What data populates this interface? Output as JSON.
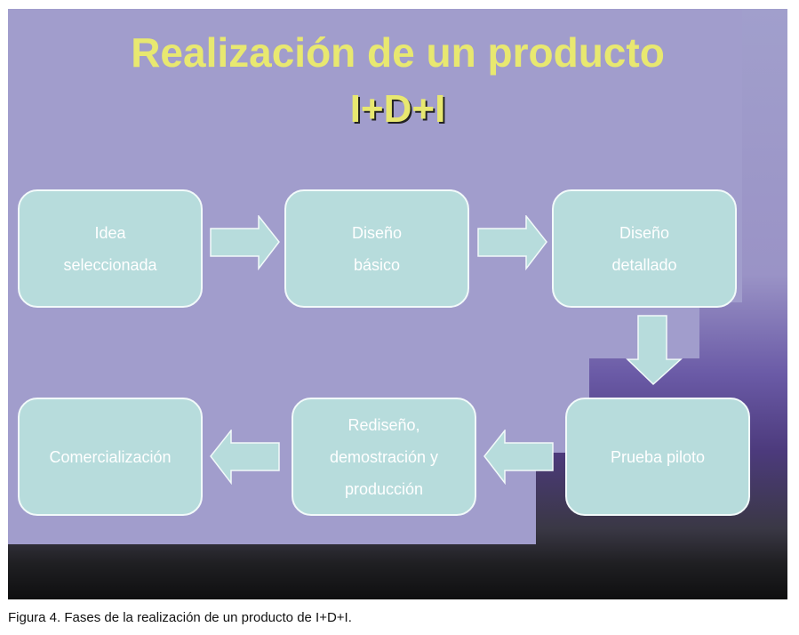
{
  "title": "Realización de un producto",
  "subtitle": "I+D+I",
  "steps": [
    {
      "lines": [
        "Idea",
        "seleccionada"
      ]
    },
    {
      "lines": [
        "Diseño",
        "básico"
      ]
    },
    {
      "lines": [
        "Diseño",
        "detallado"
      ]
    },
    {
      "lines": [
        "Prueba piloto"
      ]
    },
    {
      "lines": [
        "Rediseño,",
        "demostración y",
        "producción"
      ]
    },
    {
      "lines": [
        "Comercialización"
      ]
    }
  ],
  "caption": "Figura 4. Fases de la realización de un producto de I+D+I.",
  "colors": {
    "box": "#b7dcdc",
    "title": "#e8e870",
    "background": "#a19dcc"
  }
}
